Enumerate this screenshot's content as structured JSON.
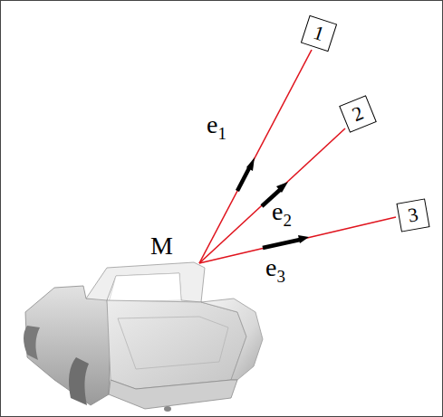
{
  "diagram": {
    "nodes": [
      {
        "text": [
          "1"
        ]
      },
      {
        "text": [
          "2"
        ]
      },
      {
        "text": [
          "3"
        ]
      }
    ],
    "labels": [
      "M",
      "e1",
      "e2",
      "e3"
    ]
  }
}
